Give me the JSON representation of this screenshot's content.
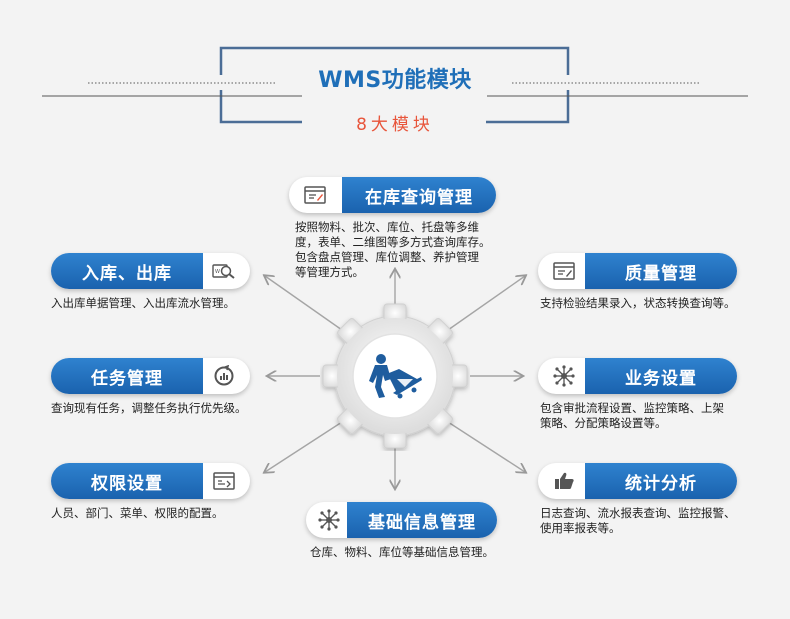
{
  "header": {
    "title": "WMS功能模块",
    "subtitle": "8大模块"
  },
  "modules": {
    "inventory": {
      "label": "在库查询管理",
      "desc_lines": [
        "按照物料、批次、库位、托盘等多维",
        "度，表单、二维图等多方式查询库存。",
        "包含盘点管理、库位调整、养护管理",
        "等管理方式。"
      ],
      "icon": "form-icon"
    },
    "inout": {
      "label": "入库、出库",
      "desc": "入出库单据管理、入出库流水管理。",
      "icon": "magnifier-icon"
    },
    "quality": {
      "label": "质量管理",
      "desc": "支持检验结果录入，状态转换查询等。",
      "icon": "edit-form-icon"
    },
    "task": {
      "label": "任务管理",
      "desc": "查询现有任务，调整任务执行优先级。",
      "icon": "refresh-chart-icon"
    },
    "business": {
      "label": "业务设置",
      "desc_lines": [
        "包含审批流程设置、监控策略、上架",
        "策略、分配策略设置等。"
      ],
      "icon": "network-icon"
    },
    "permission": {
      "label": "权限设置",
      "desc": "人员、部门、菜单、权限的配置。",
      "icon": "browser-window-icon"
    },
    "statistics": {
      "label": "统计分析",
      "desc_lines": [
        "日志查询、流水报表查询、监控报警、",
        "使用率报表等。"
      ],
      "icon": "thumbs-up-icon"
    },
    "basicinfo": {
      "label": "基础信息管理",
      "desc": "仓库、物料、库位等基础信息管理。",
      "icon": "network-icon"
    }
  },
  "center": {
    "icon": "worker-cart-icon"
  },
  "colors": {
    "accent_blue": "#1f6fb8",
    "accent_orange": "#e8553b",
    "frame_blue": "#4b6d96"
  }
}
